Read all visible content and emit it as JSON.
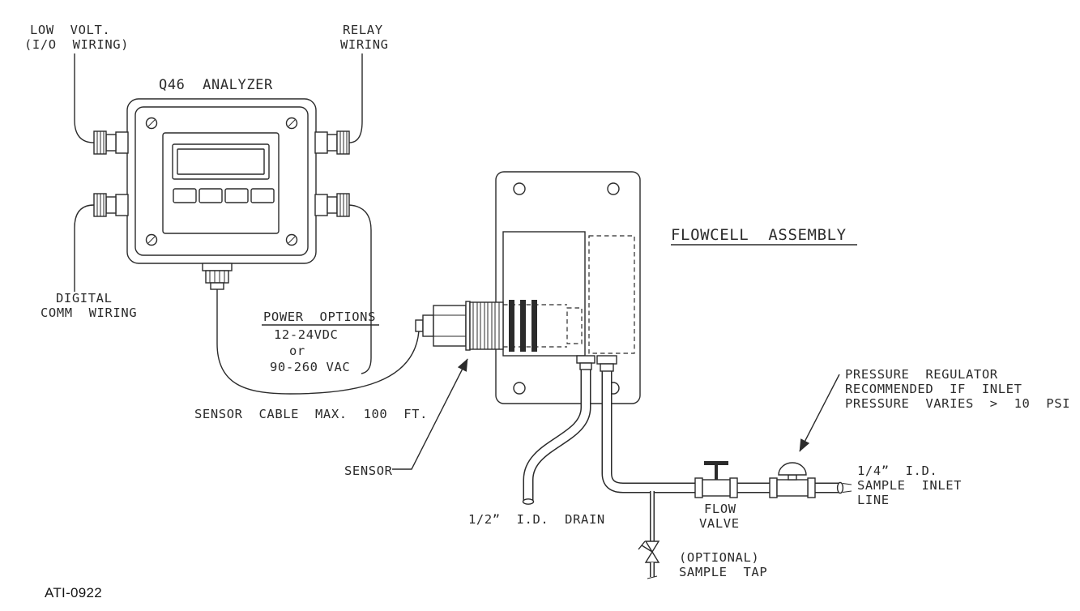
{
  "drawing": {
    "number": "ATI-0922",
    "ink_color": "#2b2b2b",
    "background_color": "#ffffff"
  },
  "labels": {
    "low_volt": [
      "LOW  VOLT.",
      "(I/O  WIRING)"
    ],
    "relay": [
      "RELAY",
      "WIRING"
    ],
    "analyzer_title": "Q46  ANALYZER",
    "digital_comm": [
      "DIGITAL",
      "COMM  WIRING"
    ],
    "power_options": {
      "title": "POWER  OPTIONS",
      "line1": "12-24VDC",
      "line2": "or",
      "line3": "90-260 VAC"
    },
    "sensor_cable": "SENSOR  CABLE  MAX.  100  FT.",
    "flowcell_title": "FLOWCELL  ASSEMBLY",
    "sensor": "SENSOR",
    "drain": "1/2”  I.D.  DRAIN",
    "pressure_regulator": [
      "PRESSURE  REGULATOR",
      "RECOMMENDED  IF  INLET",
      "PRESSURE  VARIES  >  10  PSI"
    ],
    "flow_valve": [
      "FLOW",
      "VALVE"
    ],
    "sample_inlet": [
      "1/4”  I.D.",
      "SAMPLE  INLET",
      "LINE"
    ],
    "sample_tap": [
      "(OPTIONAL)",
      "SAMPLE  TAP"
    ]
  }
}
